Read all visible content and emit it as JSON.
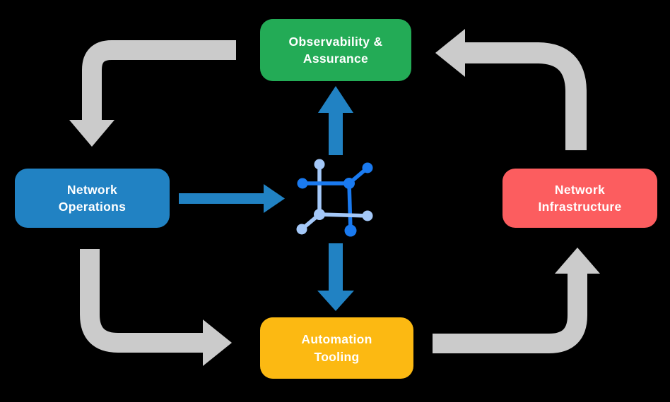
{
  "diagram": {
    "title": "Network automation closed-loop diagram",
    "background": "#000000",
    "colors": {
      "green": "#23AB56",
      "blue": "#2182C3",
      "red": "#FC5D5F",
      "yellow": "#FCB912",
      "gray": "#CBCBCB",
      "icon_dark_blue": "#1A7AF0",
      "icon_light_blue": "#A4C8F8",
      "text": "#FFFFFF",
      "background": "#000000"
    },
    "nodes": {
      "observability": {
        "label": "Observability &\nAssurance",
        "color": "#23AB56"
      },
      "operations": {
        "label": "Network\nOperations",
        "color": "#2182C3"
      },
      "infrastructure": {
        "label": "Network\nInfrastructure",
        "color": "#FC5D5F"
      },
      "automation": {
        "label": "Automation\nTooling",
        "color": "#FCB912"
      }
    },
    "center_icon": "network-automation-icon",
    "flows": {
      "blue": [
        {
          "from": "operations",
          "to": "center-icon"
        },
        {
          "from": "center-icon",
          "to": "observability"
        },
        {
          "from": "center-icon",
          "to": "automation"
        }
      ],
      "gray_cycle": [
        {
          "from": "observability",
          "to": "operations"
        },
        {
          "from": "operations",
          "to": "automation"
        },
        {
          "from": "automation",
          "to": "infrastructure"
        },
        {
          "from": "infrastructure",
          "to": "observability"
        }
      ]
    }
  }
}
